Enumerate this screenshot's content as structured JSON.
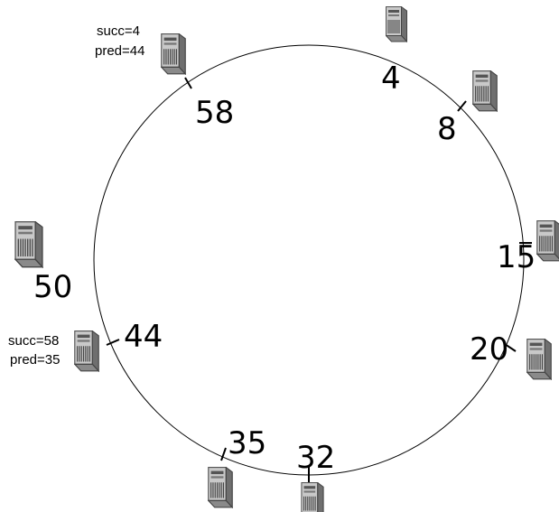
{
  "ring": {
    "nodes": [
      {
        "id": "4",
        "label": "4",
        "angle": 16.4,
        "on_ring": false
      },
      {
        "id": "8",
        "label": "8",
        "angle": 46.4,
        "on_ring": true
      },
      {
        "id": "15",
        "label": "15",
        "angle": 88.8,
        "on_ring": true
      },
      {
        "id": "20",
        "label": "20",
        "angle": 116.4,
        "on_ring": true
      },
      {
        "id": "32",
        "label": "32",
        "angle": 179.5,
        "on_ring": true
      },
      {
        "id": "35",
        "label": "35",
        "angle": 204.0,
        "on_ring": true
      },
      {
        "id": "44",
        "label": "44",
        "angle": 251.5,
        "on_ring": true
      },
      {
        "id": "50",
        "label": "50",
        "angle": 283.0,
        "on_ring": false
      },
      {
        "id": "58",
        "label": "58",
        "angle": 328.5,
        "on_ring": true
      }
    ],
    "pointers": {
      "node_58": {
        "succ": "succ=4",
        "pred": "pred=44"
      },
      "node_44": {
        "succ": "succ=58",
        "pred": "pred=35"
      }
    }
  }
}
